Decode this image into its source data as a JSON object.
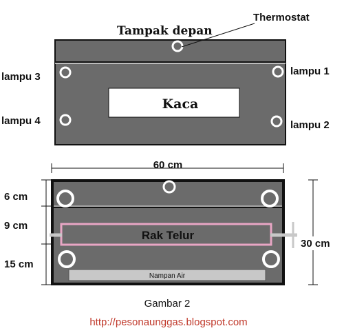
{
  "front_view": {
    "title": "Tampak depan",
    "thermostat_label": "Thermostat",
    "window_label": "Kaca",
    "lamp_labels": {
      "lamp1": "lampu 1",
      "lamp2": "lampu 2",
      "lamp3": "lampu 3",
      "lamp4": "lampu 4"
    }
  },
  "side_view": {
    "width_label": "60 cm",
    "height_label": "30 cm",
    "section_labels": [
      "6 cm",
      "9 cm",
      "15 cm"
    ],
    "egg_rack_label": "Rak Telur",
    "water_tray_label": "Nampan Air"
  },
  "caption": "Gambar 2",
  "url": "http://pesonaunggas.blogspot.com",
  "colors": {
    "box_fill": "#6b6b6b",
    "outline": "#111111",
    "rack_outline": "#e8a6c4",
    "tray_fill": "#c8c8c8",
    "url_text": "#c0392b"
  }
}
